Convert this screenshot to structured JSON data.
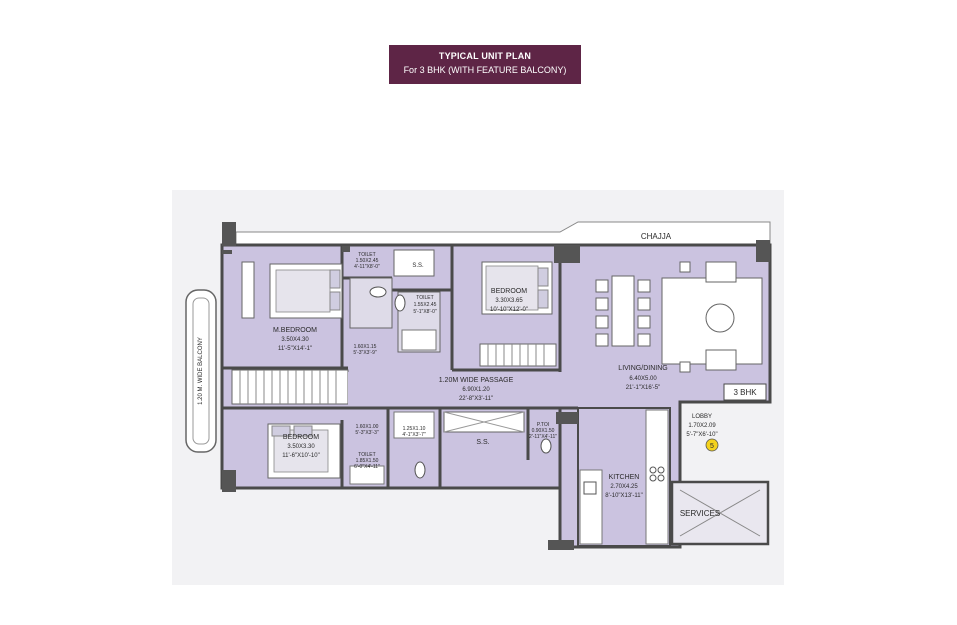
{
  "header": {
    "title": "TYPICAL UNIT PLAN",
    "subtitle": "For 3 BHK (WITH FEATURE BALCONY)"
  },
  "colors": {
    "title_bg": "#5e2546",
    "room_fill": "#cbc3e0",
    "wall": "#4a4a4a",
    "outer_fill": "#eeeef0",
    "marker": "#f4d21d"
  },
  "rooms": {
    "chajja": "CHAJJA",
    "master_bedroom": {
      "name": "M.BEDROOM",
      "metric": "3.50X4.30",
      "imperial": "11'-5\"X14'-1\""
    },
    "toilet_1": {
      "name": "TOILET",
      "metric": "1.50X2.45",
      "imperial": "4'-11\"X8'-0\""
    },
    "ss_top": "S.S.",
    "toilet_2": {
      "name": "TOILET",
      "metric": "1.55X2.45",
      "imperial": "5'-1\"X8'-0\""
    },
    "bedroom_1": {
      "name": "BEDROOM",
      "metric": "3.30X3.65",
      "imperial": "10'-10\"X12'-0\""
    },
    "living_dining": {
      "name": "LIVING/DINING",
      "metric": "6.40X5.00",
      "imperial": "21'-1\"X16'-5\""
    },
    "badge": "3 BHK",
    "passage": {
      "name": "1.20M WIDE PASSAGE",
      "metric": "6.90X1.20",
      "imperial": "22'-8\"X3'-11\""
    },
    "dress_1": {
      "metric": "1.60X1.15",
      "imperial": "5'-3\"X3'-9\""
    },
    "balcony": "1.20 M. WIDE BALCONY",
    "bedroom_2": {
      "name": "BEDROOM",
      "metric": "3.50X3.30",
      "imperial": "11'-6\"X10'-10\""
    },
    "dress_2": {
      "metric": "1.60X1.00",
      "imperial": "5'-3\"X3'-3\""
    },
    "toilet_3": {
      "name": "TOILET",
      "metric": "1.85X1.50",
      "imperial": "6'-0\"X4'-11\""
    },
    "wash": {
      "metric": "1.25X1.10",
      "imperial": "4'-1\"X3'-7\""
    },
    "ss_bottom": "S.S.",
    "ptoi": {
      "name": "P.TOI",
      "metric": "0.90X1.50",
      "imperial": "2'-11\"X4'-11\""
    },
    "lobby": {
      "name": "LOBBY",
      "metric": "1.70X2.09",
      "imperial": "5'-7\"X6'-10\""
    },
    "unit_number": "5",
    "kitchen": {
      "name": "KITCHEN",
      "metric": "2.70X4.25",
      "imperial": "8'-10\"X13'-11\""
    },
    "services": "SERVICES"
  }
}
